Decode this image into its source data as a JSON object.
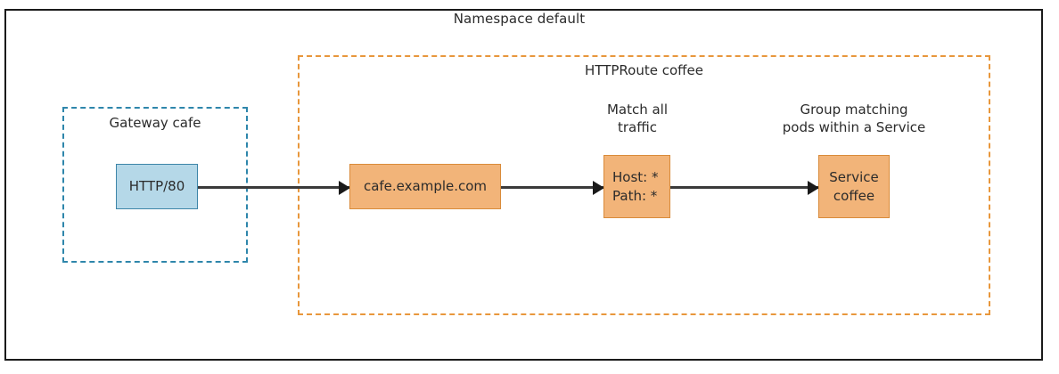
{
  "diagram": {
    "namespace": {
      "title": "Namespace default"
    },
    "groups": [
      {
        "id": "gateway",
        "title": "Gateway cafe",
        "border_color": "#2e86ab",
        "style": "dashed"
      },
      {
        "id": "httproute",
        "title": "HTTPRoute coffee",
        "border_color": "#e8973c",
        "style": "dashed"
      }
    ],
    "nodes": [
      {
        "id": "listener",
        "label": "HTTP/80",
        "fill": "#b5d8e8",
        "stroke": "#3d85a8"
      },
      {
        "id": "hostname",
        "label": "cafe.example.com",
        "fill": "#f2b479",
        "stroke": "#d98b3a"
      },
      {
        "id": "match",
        "label": "Host: *\nPath: *",
        "fill": "#f2b479",
        "stroke": "#d98b3a"
      },
      {
        "id": "backend",
        "label": "Service\ncoffee",
        "fill": "#f2b479",
        "stroke": "#d98b3a"
      }
    ],
    "captions": [
      {
        "id": "match-caption",
        "text": "Match all\ntraffic"
      },
      {
        "id": "service-caption",
        "text": "Group matching\npods within a Service"
      }
    ],
    "arrows": [
      {
        "id": "listener-to-hostname",
        "from": "listener",
        "to": "hostname"
      },
      {
        "id": "hostname-to-match",
        "from": "hostname",
        "to": "match"
      },
      {
        "id": "match-to-backend",
        "from": "match",
        "to": "backend"
      }
    ],
    "colors": {
      "frame": "#1a1a1a",
      "arrow": "#3a3a3a",
      "text": "#2b2b2b"
    }
  }
}
